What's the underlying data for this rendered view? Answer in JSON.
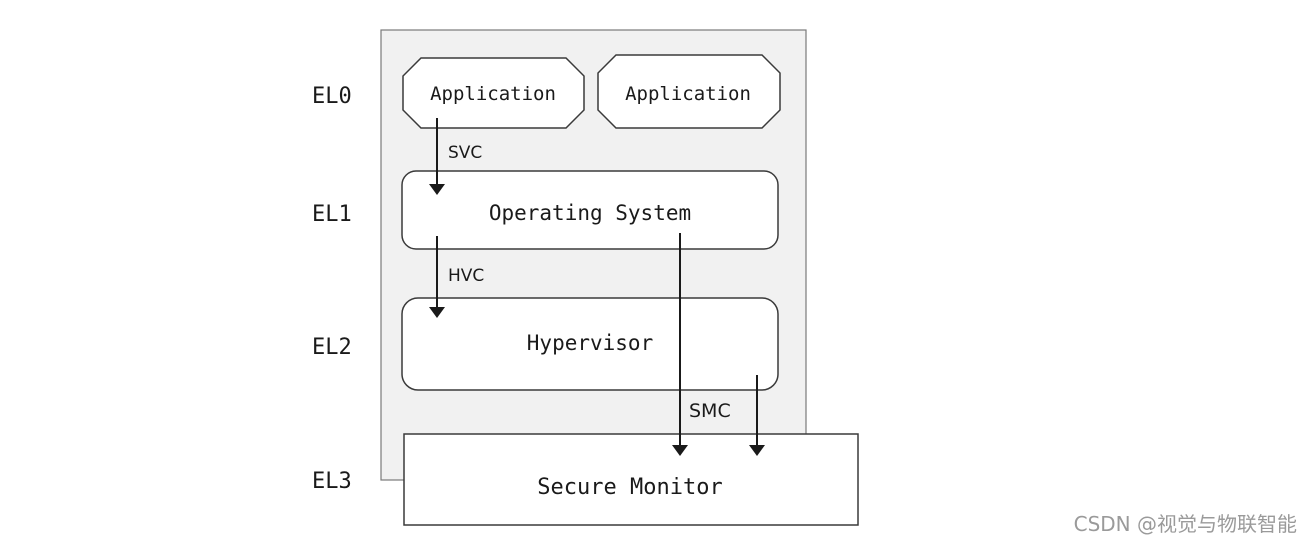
{
  "levels": {
    "el0": "EL0",
    "el1": "EL1",
    "el2": "EL2",
    "el3": "EL3"
  },
  "boxes": {
    "app1": "Application",
    "app2": "Application",
    "os": "Operating System",
    "hypervisor": "Hypervisor",
    "secure_monitor": "Secure Monitor"
  },
  "calls": {
    "svc": "SVC",
    "hvc": "HVC",
    "smc": "SMC"
  },
  "watermark": "CSDN @视觉与物联智能"
}
